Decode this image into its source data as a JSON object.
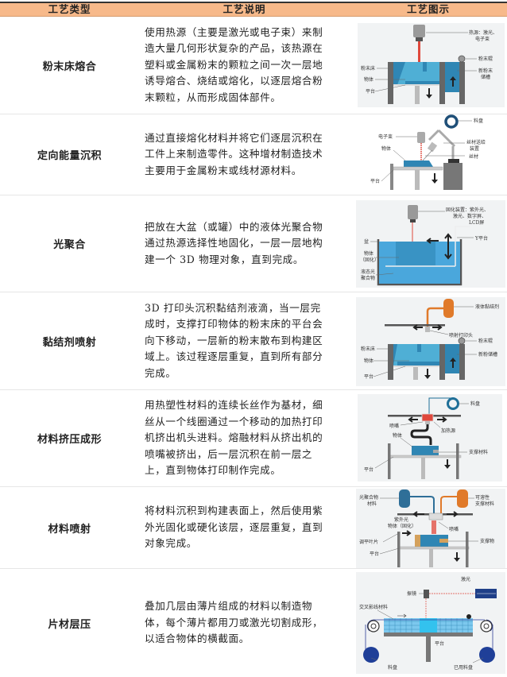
{
  "header": {
    "col_type": "工艺类型",
    "col_desc": "工艺说明",
    "col_fig": "工艺图示"
  },
  "rows": [
    {
      "type": "粉末床熔合",
      "description": "使用热源（主要是激光或电子束）来制造大量几何形状复杂的产品，该热源在塑料或金属粉末的颗粒之间一次一层地诱导熔合、烧结或熔化，以逐层熔合粉末颗粒，从而形成固体部件。",
      "labels": [
        "热源：激光、",
        "电子束",
        "粉末辊",
        "新粉末",
        "储槽",
        "粉末床",
        "物体",
        "平台"
      ]
    },
    {
      "type": "定向能量沉积",
      "description": "通过直接熔化材料并将它们逐层沉积在工件上来制造零件。这种增材制造技术主要用于金属粉末或线材源材料。",
      "labels": [
        "料盘",
        "电子束",
        "丝材送给",
        "装置",
        "丝材",
        "物体",
        "平台"
      ]
    },
    {
      "type": "光聚合",
      "description": "把放在大盆（或罐）中的液体光聚合物通过热源选择性地固化，一层一层地构建一个 3D 物理对象，直到完成。",
      "labels": [
        "固化装置：紫外光、",
        "激光、数字屏、",
        "LCD屏",
        "Y平台",
        "盆",
        "物体",
        "（固化）",
        "液态光",
        "聚合物"
      ]
    },
    {
      "type": "黏结剂喷射",
      "description": "3D 打印头沉积黏结剂液滴，当一层完成时，支撑打印物体的粉末床的平台会向下移动，一层新的粉末散布到构建区域上。该过程逐层重复，直到所有部分完成。",
      "labels": [
        "液体黏结剂",
        "喷射打印头",
        "粉末辊",
        "新粉储槽",
        "粉末床",
        "物体",
        "平台"
      ]
    },
    {
      "type": "材料挤压成形",
      "description": "用热塑性材料的连续长丝作为基材，细丝从一个线圈通过一个移动的加热打印机挤出机头进料。熔融材料从挤出机的喷嘴被挤出，后一层沉积在前一层之上，直到物体打印制作完成。",
      "labels": [
        "料盘",
        "喷嘴",
        "加热源",
        "物体",
        "支撑材料",
        "平台"
      ]
    },
    {
      "type": "材料喷射",
      "description": "将材料沉积到构建表面上，然后使用紫外光固化或硬化该层，逐层重复，直到对象完成。",
      "labels": [
        "光聚合物",
        "材料",
        "可溶性",
        "支撑材料",
        "紫外光",
        "物体（固化）",
        "喷嘴",
        "调平叶片",
        "支撑物",
        "平台"
      ]
    },
    {
      "type": "片材层压",
      "description": "叠加几层由薄片组成的材料以制造物体，每个薄片都用刀或激光切割成形，以适合物体的横截面。",
      "labels": [
        "激光",
        "振镜",
        "交叉影线材料",
        "平台",
        "料盘",
        "已用料盘"
      ]
    }
  ],
  "colors": {
    "header_bg": "#f7b98a",
    "bed_blue": "#2f86b4",
    "object_blue": "#5cc0e2",
    "beam_red": "#e0483c",
    "binder_orange": "#e07a2a"
  }
}
